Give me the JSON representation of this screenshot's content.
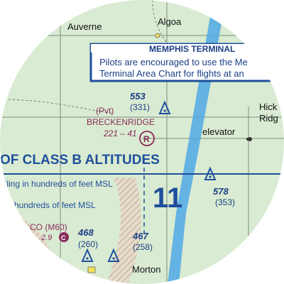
{
  "map": {
    "towns": {
      "auverne": "Auverne",
      "algoa": "Algoa",
      "hickory_line1": "Hick",
      "hickory_line2": "Ridg",
      "morton": "Morton"
    },
    "banner": {
      "title": "MEMPHIS TERMINAL",
      "line1": "Pilots are encouraged to use the Me",
      "line2": "Terminal Area Chart for flights at an"
    },
    "airport": {
      "status": "(Pvt)",
      "name": "BRECKENRIDGE",
      "info": "221 – 41",
      "symbol": "R"
    },
    "obstacles": [
      {
        "msl": "553",
        "agl": "(331)"
      },
      {
        "msl": "578",
        "agl": "(353)"
      },
      {
        "msl": "468",
        "agl": "(260)"
      },
      {
        "msl": "467",
        "agl": "(258)"
      }
    ],
    "elevator_label": "elevator",
    "class_b": {
      "heading": "OF CLASS B ALTITUDES",
      "ceiling_text": "eiling in hundreds of feet MSL",
      "floor_text": "r in hundreds of feet MSL"
    },
    "ceiling_value": "11",
    "left_airport": {
      "name": "CO (M60)",
      "info": "2.9",
      "symbol": "C"
    },
    "colors": {
      "land": "#d9ebd2",
      "water": "#4fa9e6",
      "class_b_blue": "#1f4f9c",
      "magenta": "#8a2b5a",
      "boundary": "#c9b7a0"
    }
  }
}
